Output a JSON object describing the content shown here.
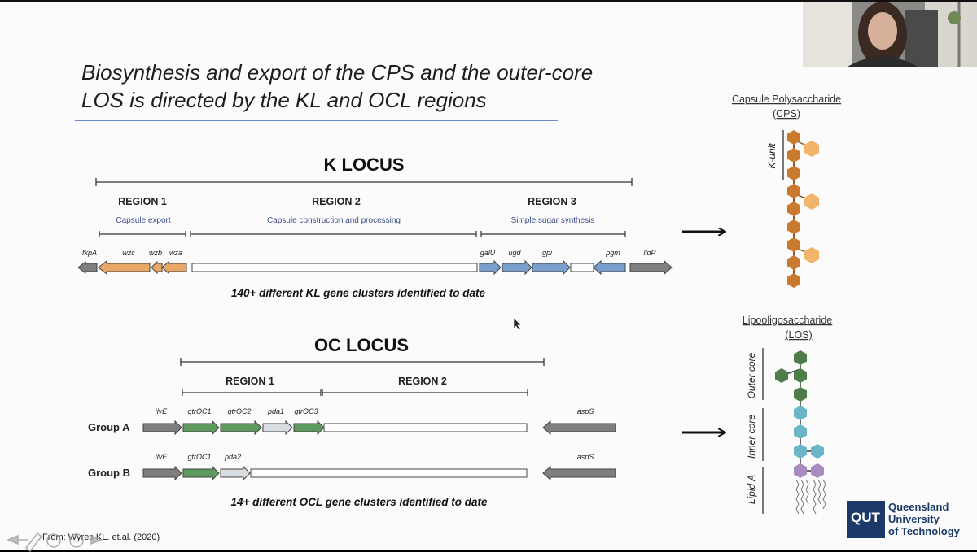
{
  "slide": {
    "title_line1": "Biosynthesis and export of the CPS and the outer-core",
    "title_line2": "LOS is directed by the KL and OCL regions"
  },
  "k_locus": {
    "title": "K LOCUS",
    "regions": [
      {
        "label": "REGION 1",
        "sub": "Capsule export"
      },
      {
        "label": "REGION 2",
        "sub": "Capsule construction and processing"
      },
      {
        "label": "REGION 3",
        "sub": "Simple sugar synthesis"
      }
    ],
    "genes": [
      "fkpA",
      "wzc",
      "wzb",
      "wza",
      "galU",
      "ugd",
      "gpi",
      "pgm",
      "lldP"
    ],
    "note": "140+ different KL gene clusters identified to date"
  },
  "oc_locus": {
    "title": "OC LOCUS",
    "regions": [
      {
        "label": "REGION 1"
      },
      {
        "label": "REGION 2"
      }
    ],
    "group_a": {
      "label": "Group A",
      "genes": [
        "ilvE",
        "gtrOC1",
        "gtrOC2",
        "pda1",
        "gtrOC3",
        "aspS"
      ]
    },
    "group_b": {
      "label": "Group B",
      "genes": [
        "ilvE",
        "gtrOC1",
        "pda2",
        "aspS"
      ]
    },
    "note": "14+ different OCL gene clusters identified to date"
  },
  "cps": {
    "title_line1": "Capsule Polysaccharide",
    "title_line2": "(CPS)",
    "side_label": "K-unit"
  },
  "los": {
    "title_line1": "Lipooligosaccharide",
    "title_line2": "(LOS)",
    "side_labels": [
      "Outer core",
      "Inner core",
      "Lipid A"
    ]
  },
  "citation": "From: Wyres KL. et.al. (2020)",
  "logo": {
    "mark": "QUT",
    "line1": "Queensland",
    "line2": "University",
    "line3": "of Technology"
  },
  "colors": {
    "export_gene": "#e8a766",
    "sugar_gene": "#7b9fcc",
    "oc_gene": "#5e9a5e",
    "flank_gene": "#7f7f7f",
    "cps_sugar": "#c97a2e",
    "cps_branch": "#f0b56a",
    "los_outer": "#4e7d4a",
    "los_inner": "#6ab5c8",
    "lipid": "#a88cc0",
    "qut_blue": "#1b3a6a"
  }
}
